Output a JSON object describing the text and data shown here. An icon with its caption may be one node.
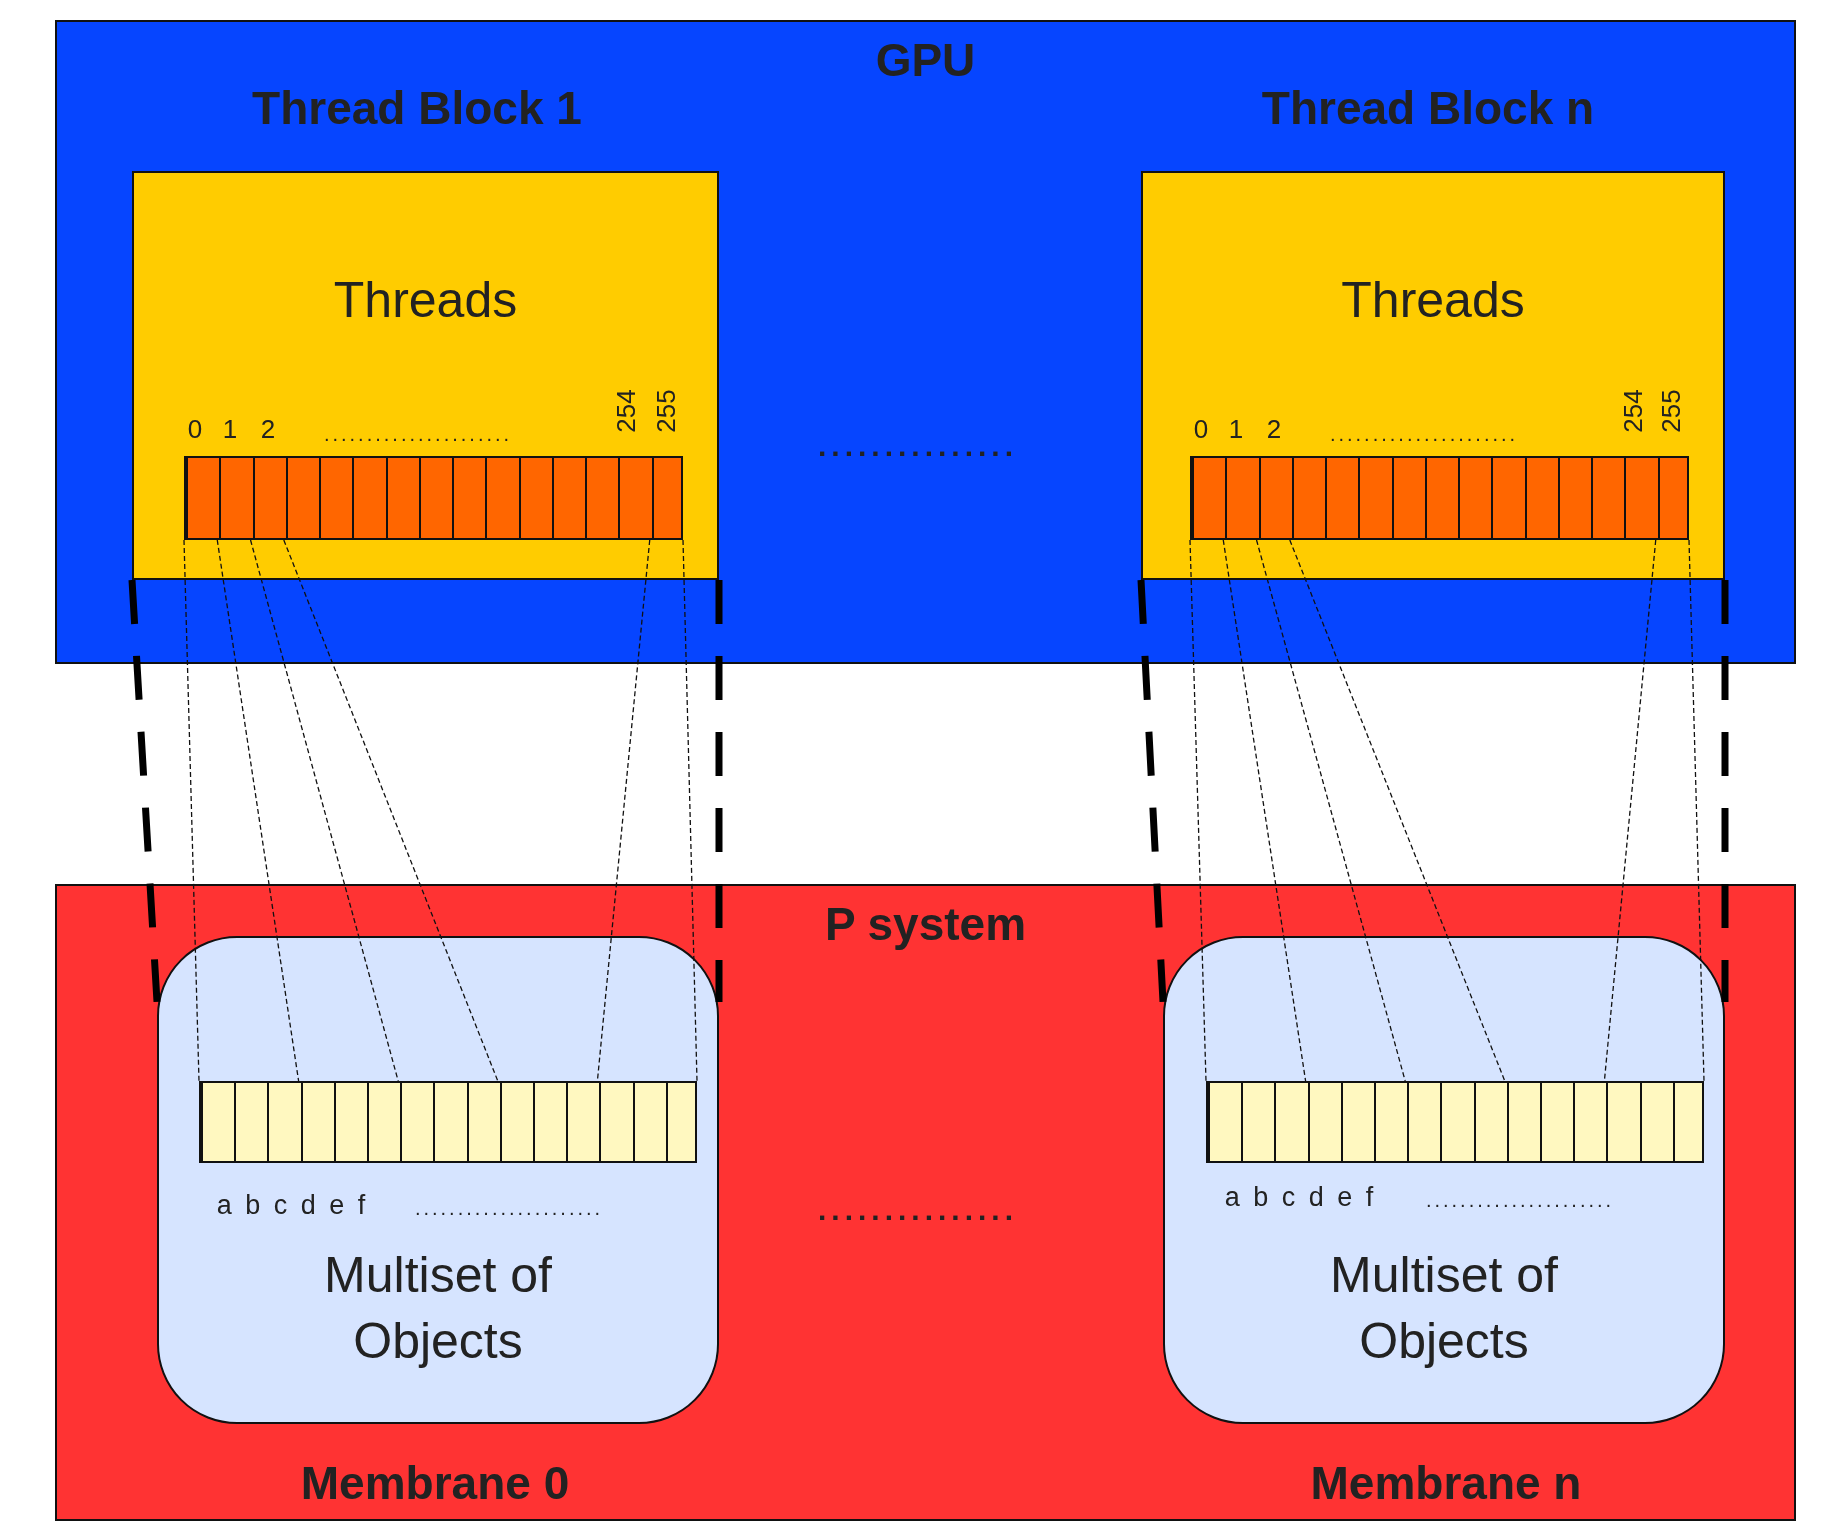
{
  "diagram": {
    "nodes": [
      {
        "text": [
          "GPU"
        ]
      },
      {
        "text": [
          "Threads"
        ],
        "beside": [
          "Thread Block 1"
        ],
        "in": 0
      },
      {
        "text": [],
        "shape": "bar",
        "beside": [
          "0",
          "1",
          "2",
          "......................",
          "254",
          "255"
        ],
        "in": 1
      },
      {
        "text": [
          "Threads"
        ],
        "beside": [
          "Thread Block n"
        ],
        "in": 0
      },
      {
        "text": [],
        "shape": "bar",
        "beside": [
          "0",
          "1",
          "2",
          "......................",
          "254",
          "255"
        ],
        "in": 3
      },
      {
        "text": [
          "P system"
        ]
      },
      {
        "text": [
          "Multiset of Objects"
        ],
        "beside": [
          "Membrane 0"
        ],
        "in": 5
      },
      {
        "text": [],
        "shape": "bar",
        "beside": [
          "a b c d e f",
          "......................"
        ],
        "in": 6
      },
      {
        "text": [
          "Multiset of Objects"
        ],
        "beside": [
          "Membrane n"
        ],
        "in": 5
      },
      {
        "text": [],
        "shape": "bar",
        "beside": [
          "a b c d e f",
          "......................"
        ],
        "in": 8
      }
    ],
    "edges": [
      {
        "from": 1,
        "to": 6,
        "arrow": "none",
        "style": "dashed"
      },
      {
        "from": 1,
        "to": 6,
        "arrow": "none",
        "style": "dashed"
      },
      {
        "from": 3,
        "to": 8,
        "arrow": "none",
        "style": "dashed"
      },
      {
        "from": 3,
        "to": 8,
        "arrow": "none",
        "style": "dashed"
      },
      {
        "from": 2,
        "to": 7,
        "arrow": "none",
        "style": "dashed"
      },
      {
        "from": 2,
        "to": 7,
        "arrow": "none",
        "style": "dashed"
      },
      {
        "from": 2,
        "to": 7,
        "arrow": "none",
        "style": "dashed"
      },
      {
        "from": 2,
        "to": 7,
        "arrow": "none",
        "style": "dashed"
      },
      {
        "from": 2,
        "to": 7,
        "arrow": "none",
        "style": "dashed"
      },
      {
        "from": 2,
        "to": 7,
        "arrow": "none",
        "style": "dashed"
      },
      {
        "from": 4,
        "to": 9,
        "arrow": "none",
        "style": "dashed"
      },
      {
        "from": 4,
        "to": 9,
        "arrow": "none",
        "style": "dashed"
      },
      {
        "from": 4,
        "to": 9,
        "arrow": "none",
        "style": "dashed"
      },
      {
        "from": 4,
        "to": 9,
        "arrow": "none",
        "style": "dashed"
      },
      {
        "from": 4,
        "to": 9,
        "arrow": "none",
        "style": "dashed"
      },
      {
        "from": 4,
        "to": 9,
        "arrow": "none",
        "style": "dashed"
      }
    ],
    "labels": [
      "...............",
      "..............."
    ]
  }
}
